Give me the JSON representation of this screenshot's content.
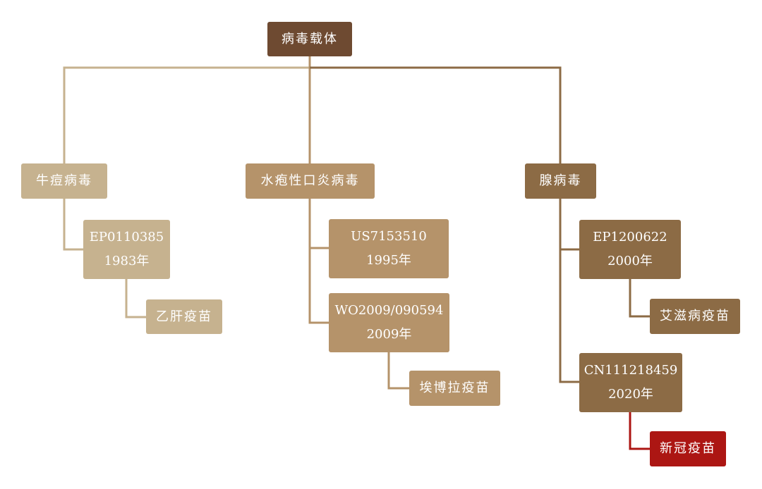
{
  "colors": {
    "root": "#6e4a31",
    "branch_vaccinia": "#c6b28f",
    "branch_vsv": "#b5936a",
    "branch_adeno": "#8c6b45",
    "highlight": "#ac1613"
  },
  "root": {
    "label": "病毒载体"
  },
  "branches": [
    {
      "label": "牛痘病毒",
      "patents": [
        {
          "number": "EP0110385",
          "year": "1983年",
          "vaccine": "乙肝疫苗"
        }
      ]
    },
    {
      "label": "水疱性口炎病毒",
      "patents": [
        {
          "number": "US7153510",
          "year": "1995年"
        },
        {
          "number": "WO2009/090594",
          "year": "2009年",
          "vaccine": "埃博拉疫苗"
        }
      ]
    },
    {
      "label": "腺病毒",
      "patents": [
        {
          "number": "EP1200622",
          "year": "2000年",
          "vaccine": "艾滋病疫苗"
        },
        {
          "number": "CN111218459",
          "year": "2020年",
          "vaccine": "新冠疫苗"
        }
      ]
    }
  ]
}
